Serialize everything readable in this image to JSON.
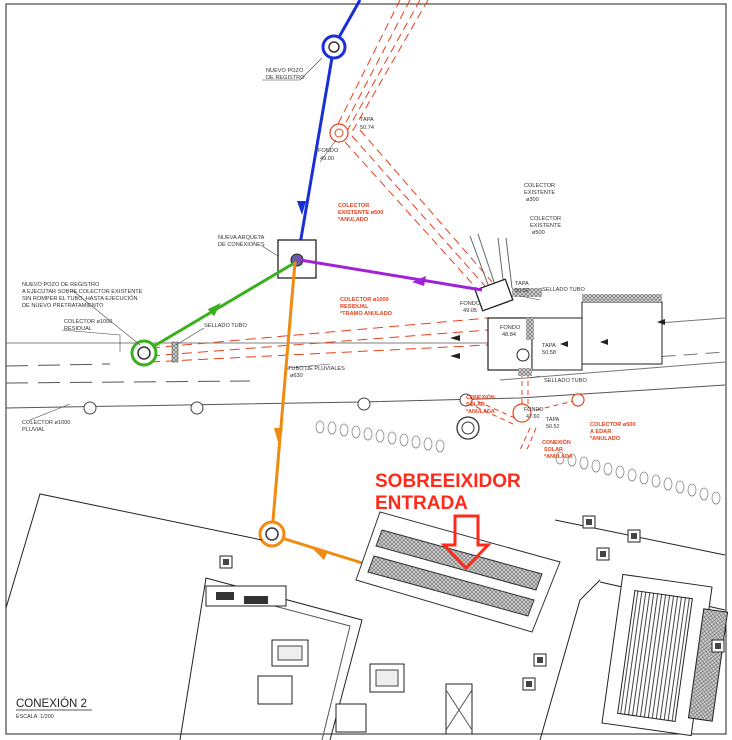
{
  "labels": {
    "nuevo_pozo_1": "NUEVO POZO",
    "nuevo_pozo_2": "DE REGISTRO",
    "tapa_top": "TAPA",
    "tapa_top_val": "50.74",
    "fondo_top": "FONDO",
    "fondo_top_val": "49.00",
    "colector_exist_500_1": "COLECTOR",
    "colector_exist_500_2": "EXISTENTE ø500",
    "colector_exist_500_3": "*ANULADO",
    "colector_exist_300_1": "COLECTOR",
    "colector_exist_300_2": "EXISTENTE",
    "colector_exist_300_3": "ø300",
    "colector_exist_500b_1": "COLECTOR",
    "colector_exist_500b_2": "EXISTENTE",
    "colector_exist_500b_3": "ø500",
    "nueva_arqueta_1": "NUEVA ARQUETA",
    "nueva_arqueta_2": "DE CONEXIONES",
    "pozo_registro_1": "NUEVO POZO DE REGISTRO",
    "pozo_registro_2": "A EJECUTAR SOBRE COLECTOR EXISTENTE",
    "pozo_registro_3": "SIN ROMPER EL TUBO, HASTA EJECUCIÓN",
    "pozo_registro_4": "DE NUEVO PRETRATAMIENTO",
    "colector_1000_res_1": "COLECTOR ø1000",
    "colector_1000_res_2": "RESIDUAL",
    "sellado_tubo_left": "SELLADO TUBO",
    "colector_1000_red_1": "COLECTOR ø1000",
    "colector_1000_red_2": "RESIDUAL",
    "colector_1000_red_3": "*TRAMO ANULADO",
    "tapa_mid": "TAPA",
    "tapa_mid_val": "50.52",
    "sellado_tubo_top": "SELLADO TUBO",
    "fondo_mid": "FONDO",
    "fondo_mid_val": "49.05",
    "fondo_box": "FONDO",
    "fondo_box_val": "48.84",
    "tapa_box": "TAPA",
    "tapa_box_val": "50.58",
    "tubo_pluviales_1": "TUBO DE PLUVIALES",
    "tubo_pluviales_2": "ø630",
    "sellado_tubo_bottom": "SELLADO TUBO",
    "colector_1000_pluv_1": "COLECTOR ø1000",
    "colector_1000_pluv_2": "PLUVIAL",
    "conexion_solar_1": "CONEXIÓN",
    "conexion_solar_2": "SOLAR",
    "conexion_solar_3": "*ANULADA",
    "fondo_low": "FONDO",
    "fondo_low_val": "47.60",
    "tapa_low": "TAPA",
    "tapa_low_val": "50.52",
    "colector_500_edar_1": "COLECTOR ø500",
    "colector_500_edar_2": "A EDAR",
    "colector_500_edar_3": "*ANULADO",
    "conexion_solar2_1": "CONEXIÓN",
    "conexion_solar2_2": "SOLAR",
    "conexion_solar2_3": "*ANULADA",
    "sobreeixidor_1": "SOBREEIXIDOR",
    "sobreeixidor_2": "ENTRADA",
    "title": "CONEXIÓN 2",
    "scale": "ESCALA: 1/200"
  },
  "colors": {
    "blue": "#1a2fd6",
    "green": "#3ab01e",
    "purple": "#a021d8",
    "orange": "#f08a10",
    "red_dashed": "#e8401c",
    "highlight": "#ff2a1a"
  }
}
